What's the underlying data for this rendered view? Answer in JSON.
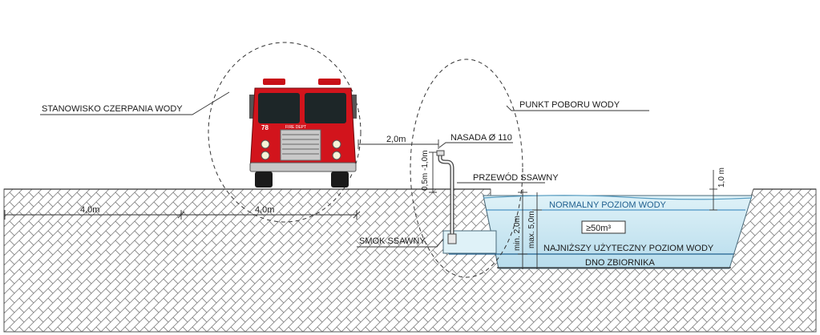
{
  "labels": {
    "station": "STANOWISKO CZERPANIA WODY",
    "intake_point": "PUNKT POBORU WODY",
    "nozzle": "NASADA Ø 110",
    "suction_hose": "PRZEWÓD SSAWNY",
    "strainer": "SMOK SSAWNY",
    "normal_level": "NORMALNY POZIOM WODY",
    "volume": "≥50m³",
    "lowest_level": "NAJNIŻSZY UŻYTECZNY POZIOM WODY",
    "reservoir_bottom": "DNO ZBIORNIKA"
  },
  "dimensions": {
    "station_width_1": "4,0m",
    "station_width_2": "4,0m",
    "truck_to_nozzle": "2,0m",
    "nozzle_height": "0,5m -1,0m",
    "bank_height": "1,0 m",
    "min_depth": "min. 2,0m",
    "max_depth": "max. 5,0m"
  },
  "truck": {
    "number": "78",
    "text": "FIRE DEPT"
  },
  "colors": {
    "water": "#cfe9f3",
    "water_line": "#2a7fb8",
    "truck_red": "#d2141c",
    "ground_hatch": "#8a8a8a"
  }
}
